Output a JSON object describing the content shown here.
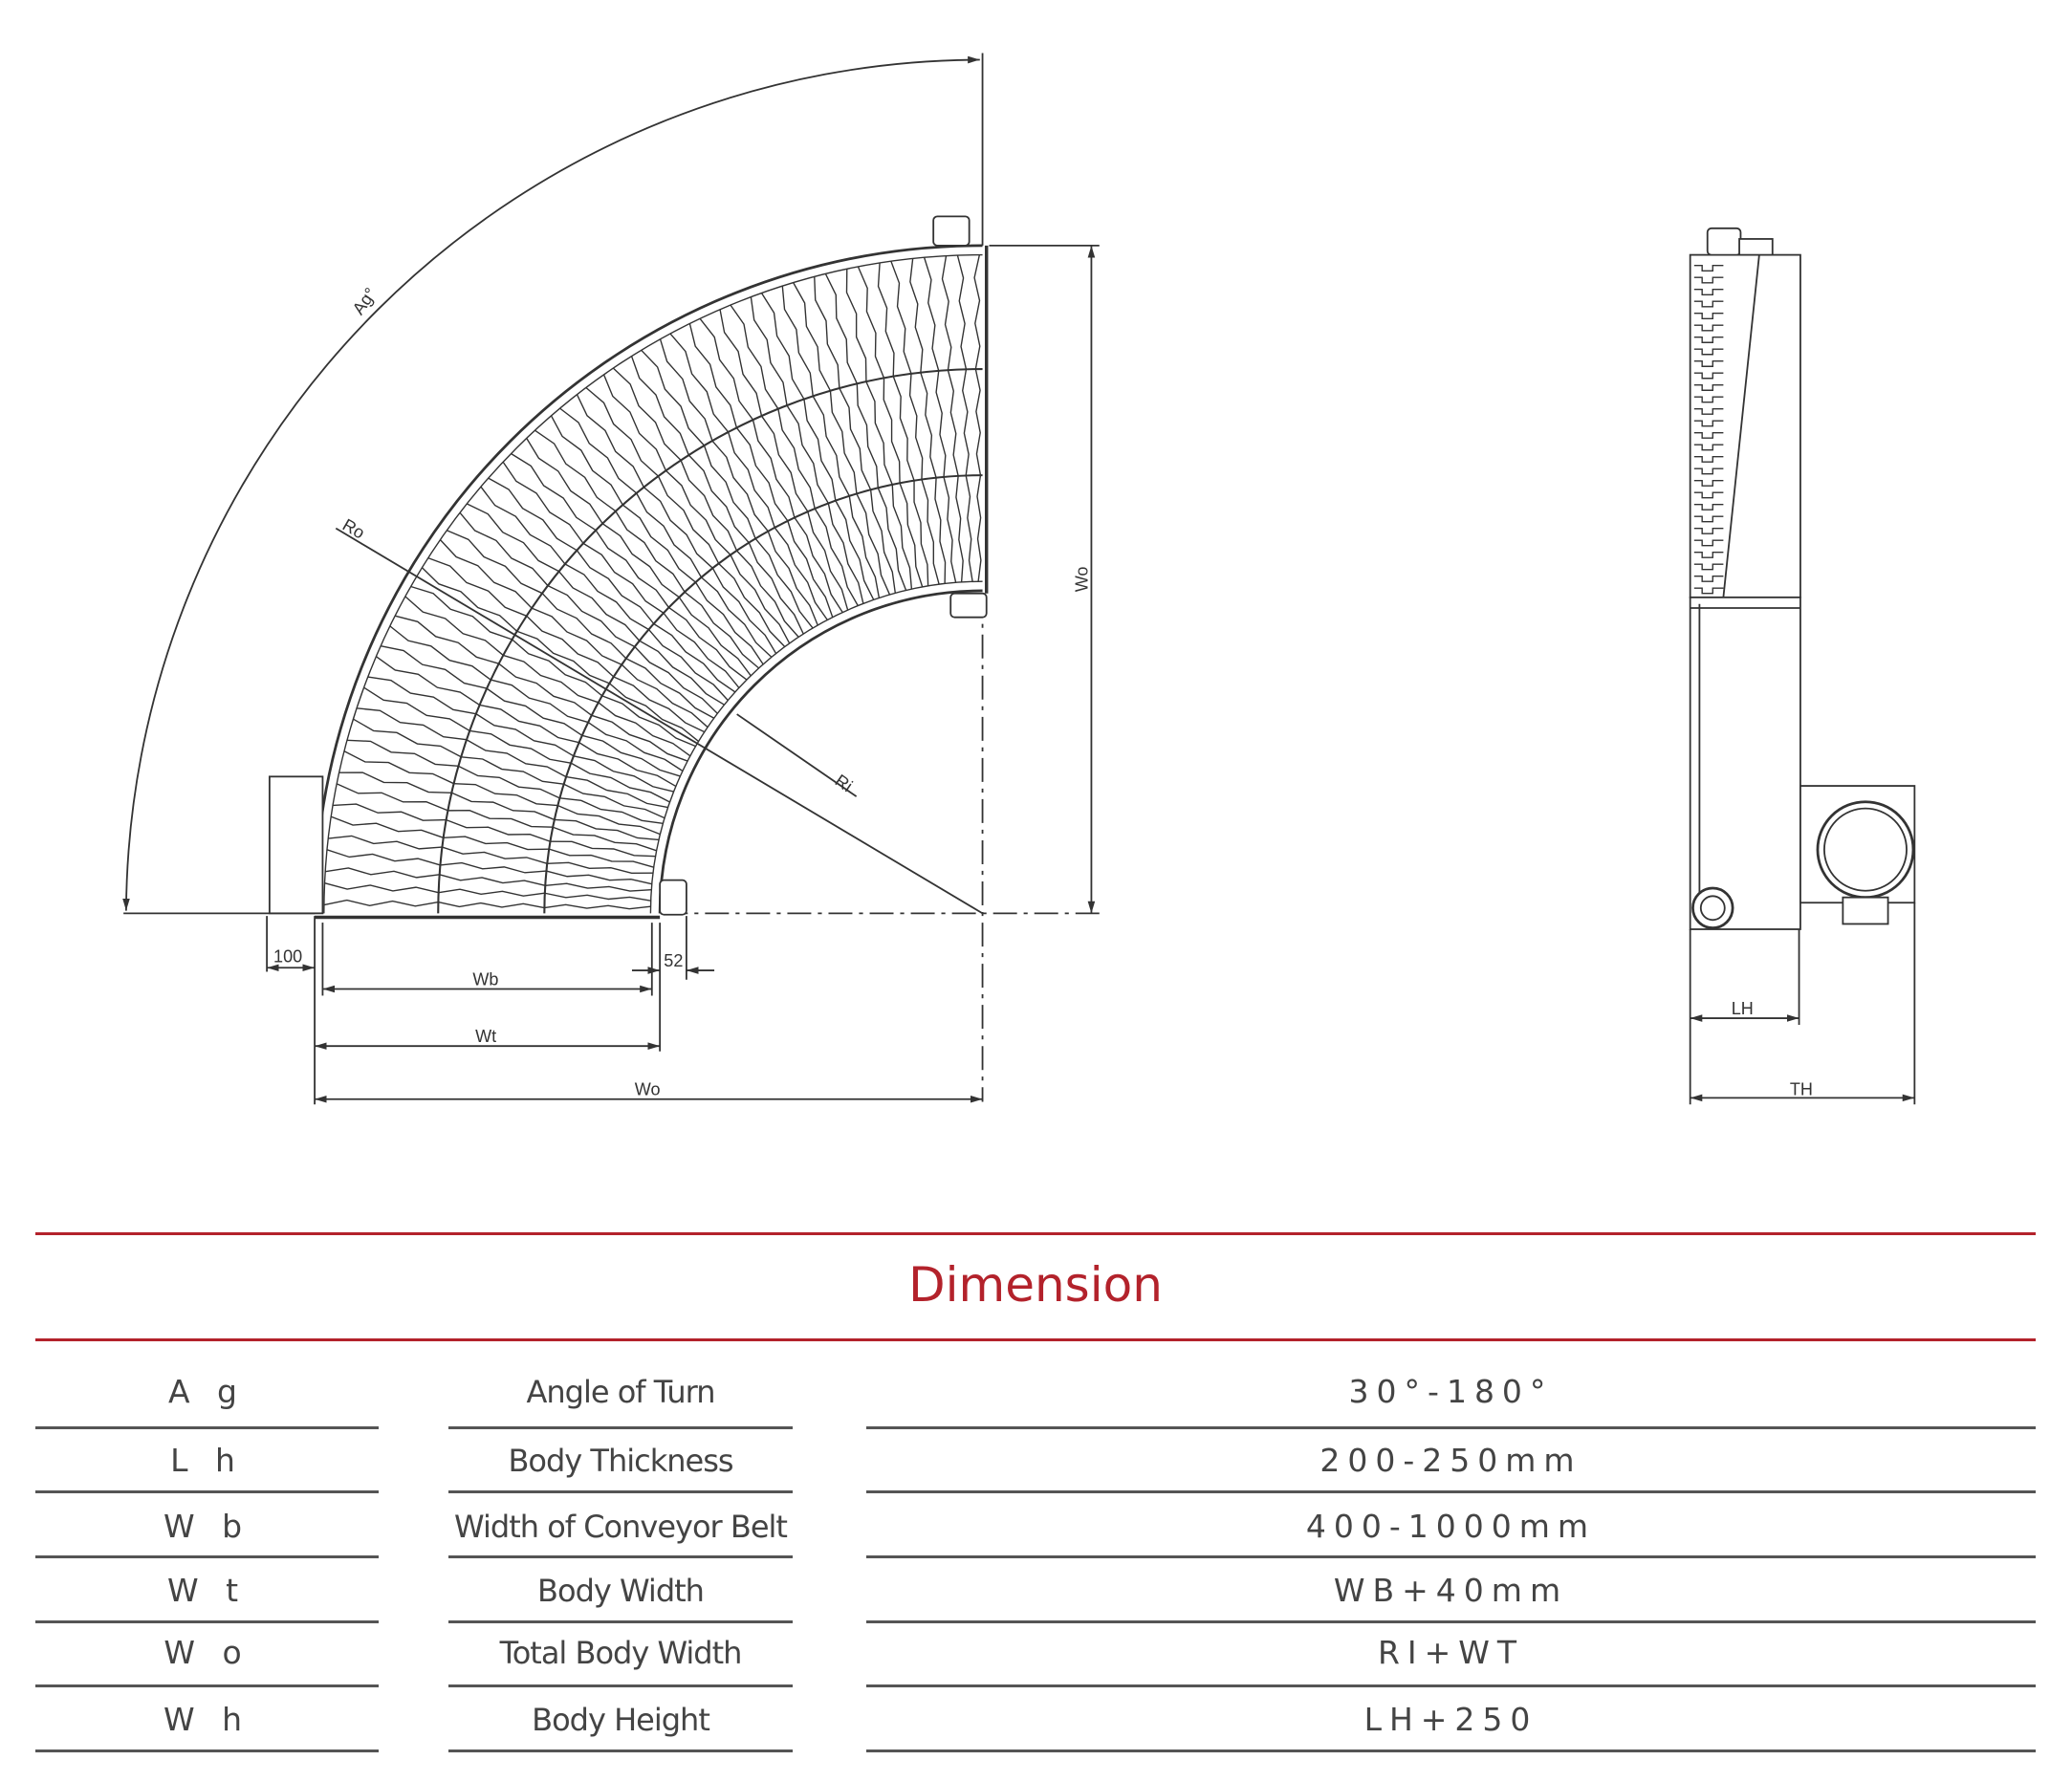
{
  "drawing": {
    "plan_labels": {
      "angle": "Ag°",
      "outer_radius": "Ro",
      "inner_radius": "Ri",
      "outer_width_vertical": "Wo",
      "offset_100": "100",
      "offset_52": "52",
      "belt_width": "Wb",
      "body_width": "Wt",
      "total_width": "Wo"
    },
    "side_labels": {
      "lh": "LH",
      "th": "TH"
    },
    "line_color": "#333333"
  },
  "table": {
    "title": "Dimension",
    "accent_color": "#b3222b",
    "rows": [
      {
        "symbol": "A g",
        "name": "Angle of Turn",
        "value": "30°-180°"
      },
      {
        "symbol": "L h",
        "name": "Body Thickness",
        "value": "200-250mm"
      },
      {
        "symbol": "W b",
        "name": "Width of Conveyor Belt",
        "value": "400-1000mm"
      },
      {
        "symbol": "W t",
        "name": "Body Width",
        "value": "WB+40mm"
      },
      {
        "symbol": "W o",
        "name": "Total Body Width",
        "value": "RI+WT"
      },
      {
        "symbol": "W h",
        "name": "Body Height",
        "value": "LH+250"
      }
    ]
  }
}
